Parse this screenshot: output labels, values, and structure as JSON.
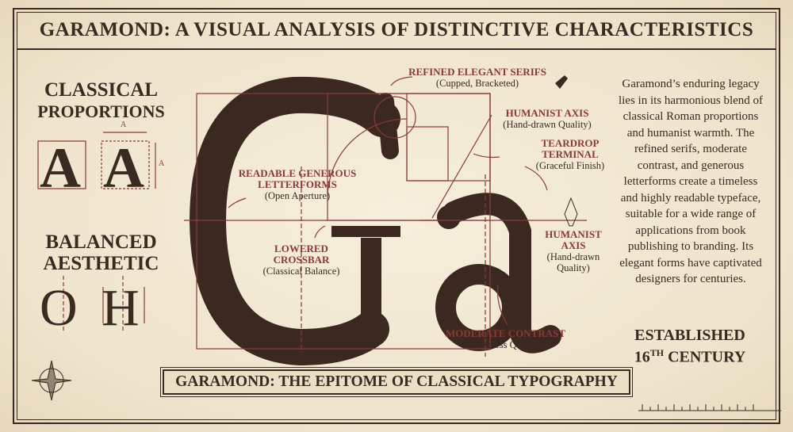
{
  "title": "GARAMOND: A VISUAL ANALYSIS OF DISTINCTIVE CHARACTERISTICS",
  "left": {
    "classical_heading": [
      "CLASSICAL",
      "PROPORTIONS"
    ],
    "classical_letters": [
      "A",
      "A"
    ],
    "measure_label": "A",
    "balanced_heading": [
      "BALANCED",
      "AESTHETIC"
    ],
    "balanced_letters": [
      "O",
      "H"
    ]
  },
  "glyphs": {
    "G": "G",
    "a": "a"
  },
  "annotations": [
    {
      "label": "REFINED ELEGANT SERIFS",
      "sub": "(Cupped, Bracketed)"
    },
    {
      "label": "HUMANIST AXIS",
      "sub": "(Hand-drawn Quality)"
    },
    {
      "label": "TEARDROP TERMINAL",
      "sub": "(Graceful Finish)"
    },
    {
      "label": "READABLE GENEROUS LETTERFORMS",
      "sub": "(Open Aperture)"
    },
    {
      "label": "LOWERED CROSSBAR",
      "sub": "(Classical Balance)"
    },
    {
      "label": "HUMANIST AXIS",
      "sub": "(Hand-drawn Quality)"
    },
    {
      "label": "MODERATE CONTRAST",
      "sub": "(Timeless Quality)"
    }
  ],
  "description": "Garamond’s enduring legacy lies in its harmonious blend of classical Roman proportions and humanist warmth. The refined serifs, moderate contrast, and generous letterforms create a timeless and highly readable typeface, suitable for a wide range of applications from book publishing to branding. Its elegant forms have captivated designers for centuries.",
  "established": {
    "line1": "ESTABLISHED",
    "line2_num": "16",
    "line2_sup": "TH",
    "line2_rest": " CENTURY"
  },
  "banner": "GARAMOND: THE EPITOME OF CLASSICAL TYPOGRAPHY",
  "colors": {
    "ink": "#3a2a22",
    "accent": "#8a3a36",
    "paper": "#efe5cf"
  }
}
